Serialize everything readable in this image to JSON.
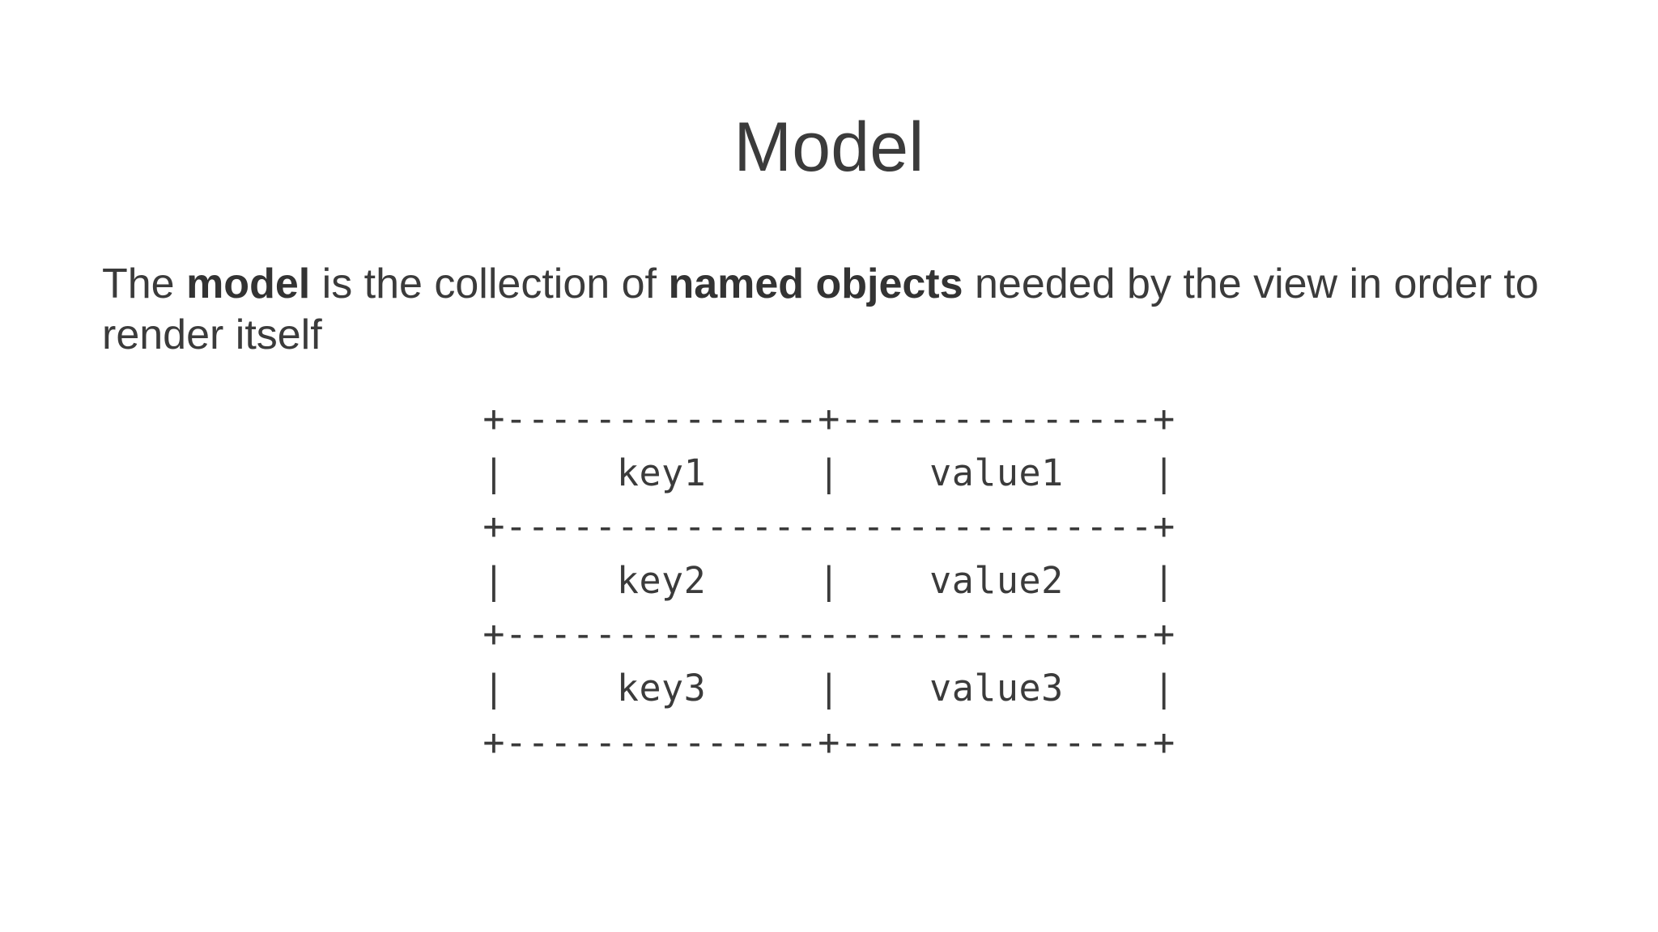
{
  "slide": {
    "title": "Model",
    "body": {
      "segments": [
        {
          "text": "The ",
          "bold": false
        },
        {
          "text": "model",
          "bold": true
        },
        {
          "text": " is the collection of ",
          "bold": false
        },
        {
          "text": "named objects",
          "bold": true
        },
        {
          "text": " needed by the view in order to render itself",
          "bold": false
        }
      ],
      "plain_text": "The model is the collection of named objects needed by the view in order to render itself",
      "line1": "The model is the collection of named objects needed by the view",
      "line2": "in order to render itself"
    },
    "diagram": {
      "type": "ascii-table",
      "border_top": "+--------------+--------------+",
      "row1": "|     key1     |    value1    |",
      "separator1": "+-----------------------------+",
      "row2": "|     key2     |    value2    |",
      "separator2": "+-----------------------------+",
      "row3": "|     key3     |    value3    |",
      "border_bottom": "+--------------+--------------+",
      "lines": [
        "+--------------+--------------+",
        "|     key1     |    value1    |",
        "+-----------------------------+",
        "|     key2     |    value2    |",
        "+-----------------------------+",
        "|     key3     |    value3    |",
        "+--------------+--------------+"
      ],
      "pairs": [
        {
          "key": "key1",
          "value": "value1"
        },
        {
          "key": "key2",
          "value": "value2"
        },
        {
          "key": "key3",
          "value": "value3"
        }
      ]
    }
  },
  "colors": {
    "background": "#ffffff",
    "text": "#3b3b3b",
    "bold_text": "#333333"
  }
}
